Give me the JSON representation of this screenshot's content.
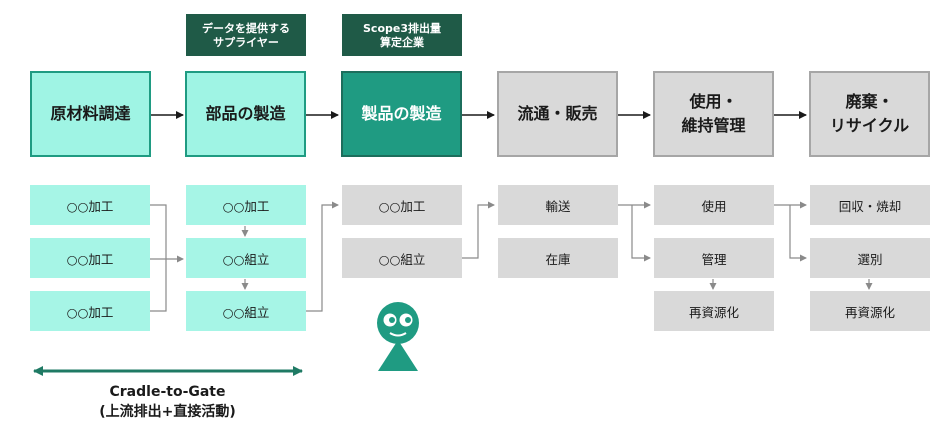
{
  "top_labels": [
    "データを提供する\nサプライヤー",
    "Scope3排出量\n算定企業"
  ],
  "stages": [
    "原材料調達",
    "部品の製造",
    "製品の製造",
    "流通・販売",
    "使用・\n維持管理",
    "廃棄・\nリサイクル"
  ],
  "col1": [
    "○○加工",
    "○○加工",
    "○○加工"
  ],
  "col2": [
    "○○加工",
    "○○組立",
    "○○組立"
  ],
  "col3": [
    "○○加工",
    "○○組立"
  ],
  "col4": [
    "輸送",
    "在庫"
  ],
  "col5": [
    "使用",
    "管理",
    "再資源化"
  ],
  "col6": [
    "回収・焼却",
    "選別",
    "再資源化"
  ],
  "caption": {
    "line1": "Cradle-to-Gate",
    "line2": "(上流排出+直接活動)"
  },
  "colors": {
    "supplier_label": "#1f5a47",
    "stage_cyan": "#9ff4e4",
    "stage_highlight": "#1f9b82",
    "stage_gray": "#d9d9d9",
    "connector": "#8a8a8a",
    "arrow_dark": "#1a1a1a",
    "caption_arrow": "#1f7a64"
  },
  "icons": [
    "person-character-icon"
  ]
}
